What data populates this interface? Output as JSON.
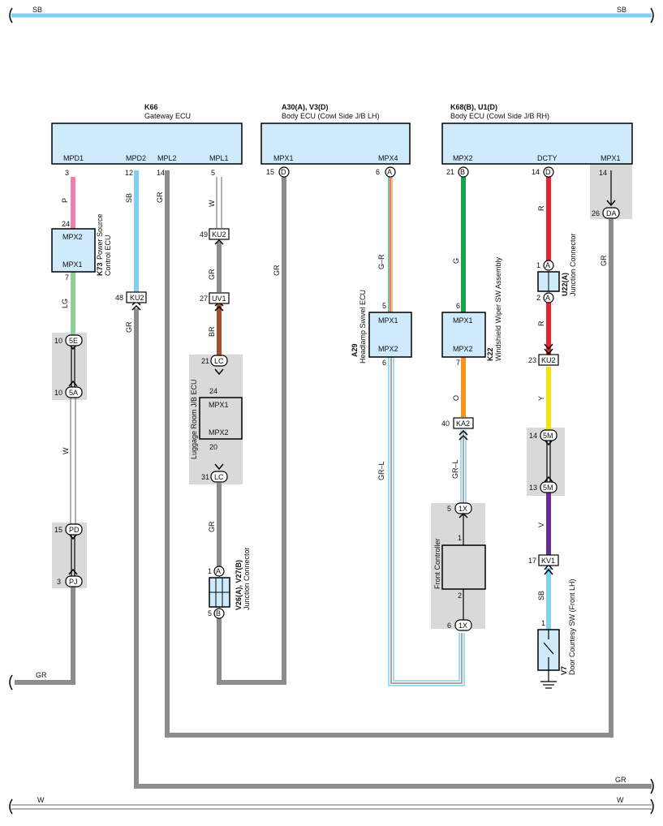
{
  "buses": {
    "top_sb": "SB",
    "bottom_gr": "GR",
    "bottom_w": "W",
    "left_gr": "GR"
  },
  "ecus": {
    "k66": {
      "code": "K66",
      "name": "Gateway ECU",
      "pins": [
        "MPD1",
        "MPD2",
        "MPL2",
        "MPL1"
      ],
      "pin_nums": [
        "3",
        "12",
        "14",
        "5"
      ]
    },
    "a30": {
      "code": "A30(A), V3(D)",
      "name": "Body ECU (Cowl Side J/B LH)",
      "pins": [
        "MPX1",
        "MPX4"
      ],
      "pin_nums": [
        "15",
        "6"
      ],
      "pin_letters": [
        "D",
        "A"
      ]
    },
    "k68": {
      "code": "K68(B), U1(D)",
      "name": "Body ECU (Cowl Side J/B RH)",
      "pins": [
        "MPX2",
        "DCTY",
        "MPX1"
      ],
      "pin_nums": [
        "21",
        "14",
        "14"
      ],
      "pin_letters": [
        "B",
        "D"
      ]
    }
  },
  "components": {
    "k73": {
      "code": "K73",
      "name1": "Power Source",
      "name2": "Control ECU",
      "pin_top": "MPX2",
      "pin_bot": "MPX1",
      "num_top": "24",
      "num_bot": "7"
    },
    "luggage": {
      "name": "Luggage Room J/B ECU",
      "pin_top": "MPX1",
      "pin_bot": "MPX2",
      "num_top": "24",
      "num_bot": "20"
    },
    "a29": {
      "code": "A29",
      "name": "Headlamp Swivel ECU",
      "pin_top": "MPX1",
      "pin_bot": "MPX2",
      "num_top": "5",
      "num_bot": "6"
    },
    "k22": {
      "code": "K22",
      "name": "Windshield Wiper SW Assembly",
      "pin_top": "MPX1",
      "pin_bot": "MPX2",
      "num_top": "6",
      "num_bot": "7"
    },
    "front_ctrl": {
      "name": "Front Controller",
      "num_top": "1",
      "num_bot": "2"
    },
    "v26": {
      "code": "V26(A), V27(B)",
      "name": "Junction Connector"
    },
    "u22": {
      "code": "U22(A)",
      "name": "Junction Connector"
    },
    "v7": {
      "code": "V7",
      "name": "Door Courtesy SW (Front LH)",
      "num": "1"
    }
  },
  "connectors": {
    "ku2_a": {
      "pin": "48",
      "code": "KU2"
    },
    "ku2_b": {
      "pin": "49",
      "code": "KU2"
    },
    "uv1": {
      "pin": "27",
      "code": "UV1"
    },
    "lc_a": {
      "pin": "21",
      "code": "LC"
    },
    "lc_b": {
      "pin": "31",
      "code": "LC"
    },
    "e5": {
      "pin": "10",
      "code": "5E"
    },
    "a5": {
      "pin": "10",
      "code": "5A"
    },
    "pd": {
      "pin": "15",
      "code": "PD"
    },
    "pj": {
      "pin": "3",
      "code": "PJ"
    },
    "v26a": {
      "pin": "1",
      "code": "A"
    },
    "v26b": {
      "pin": "5",
      "code": "B"
    },
    "ka2": {
      "pin": "40",
      "code": "KA2"
    },
    "x1a": {
      "pin": "5",
      "code": "1X"
    },
    "x1b": {
      "pin": "6",
      "code": "1X"
    },
    "u22a1": {
      "pin": "1",
      "code": "A"
    },
    "u22a2": {
      "pin": "2",
      "code": "A"
    },
    "ku2_c": {
      "pin": "23",
      "code": "KU2"
    },
    "m5a": {
      "pin": "14",
      "code": "5M"
    },
    "m5b": {
      "pin": "13",
      "code": "5M"
    },
    "kv1": {
      "pin": "17",
      "code": "KV1"
    },
    "da": {
      "pin": "26",
      "code": "DA"
    }
  },
  "wires": {
    "p": "P",
    "lg": "LG",
    "w1": "W",
    "sb1": "SB",
    "gr_ku2": "GR",
    "gr_mpl2": "GR",
    "w_mpl1": "W",
    "gr2": "GR",
    "br": "BR",
    "gr3": "GR",
    "gr_a30": "GR",
    "gr_r": "G–R",
    "gr_l1": "GR–L",
    "g": "G",
    "o": "O",
    "gr_l2": "GR–L",
    "r1": "R",
    "r2": "R",
    "y": "Y",
    "v": "V",
    "sb2": "SB",
    "gr_da": "GR"
  },
  "colors": {
    "ecu_fill": "#cfeafa",
    "wire_sb": "#7fd0f3",
    "wire_gr": "#8c8c8c",
    "wire_p": "#f07fb4",
    "wire_lg": "#8fcf9a",
    "wire_br": "#a0522d",
    "wire_g": "#16a34a",
    "wire_o": "#f7931e",
    "wire_r": "#e8232d",
    "wire_y": "#f7e10e",
    "wire_v": "#6a2c91",
    "shade": "#d9d9d9"
  }
}
